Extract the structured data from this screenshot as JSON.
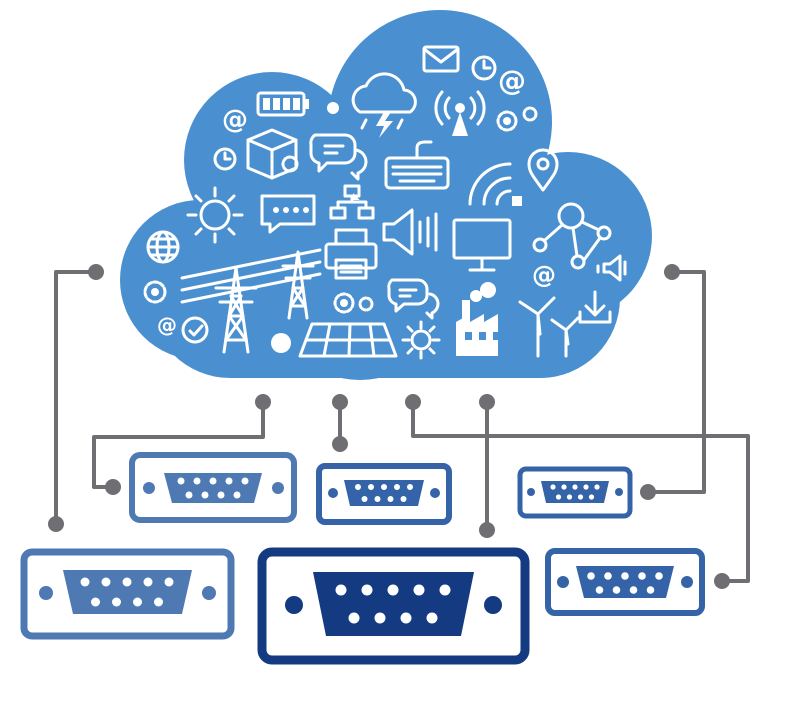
{
  "diagram": {
    "colors": {
      "cloud": "#4a90d0",
      "icon": "#ffffff",
      "wire": "#6f6f73",
      "connector_light": "#4e79b3",
      "connector_mid": "#3563a8",
      "connector_dark": "#143a82"
    },
    "cloud_icons": [
      "email-icon",
      "clock-icon",
      "at-sign-icon",
      "battery-icon",
      "storm-cloud-icon",
      "antenna-icon",
      "gears-icon",
      "box-icon",
      "chat-bubbles-icon",
      "keyboard-icon",
      "wifi-icon",
      "location-pin-icon",
      "sun-icon",
      "message-icon",
      "org-chart-icon",
      "speaker-icon",
      "monitor-icon",
      "network-icon",
      "globe-icon",
      "power-tower-icon",
      "printer-icon",
      "factory-icon",
      "wind-turbine-icon",
      "download-icon",
      "solar-panel-icon",
      "gauge-icon"
    ],
    "connectors": [
      {
        "name": "db9-connector-1",
        "style": "light"
      },
      {
        "name": "db9-connector-2",
        "style": "mid"
      },
      {
        "name": "db9-connector-3",
        "style": "mid"
      },
      {
        "name": "db9-connector-4",
        "style": "light"
      },
      {
        "name": "db9-connector-5",
        "style": "dark"
      },
      {
        "name": "db9-connector-6",
        "style": "mid"
      }
    ]
  }
}
